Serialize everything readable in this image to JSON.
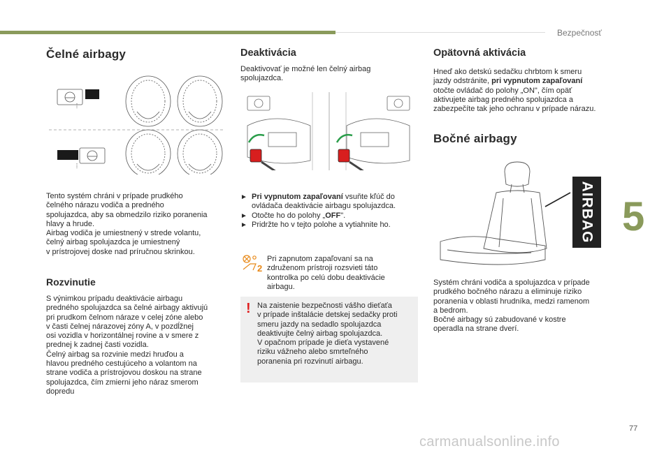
{
  "header": {
    "section": "Bezpečnosť"
  },
  "chapter_number": "5",
  "page_number": "77",
  "watermark": "carmanualsonline.info",
  "col1": {
    "title": "Čelné airbagy",
    "intro": [
      "Tento systém chráni v prípade prudkého",
      "čelného nárazu vodiča a predného",
      "spolujazdca, aby sa obmedzilo riziko poranenia",
      "hlavy a hrude.",
      "Airbag vodiča je umiestnený v strede volantu,",
      "čelný airbag spolujazdca je umiestnený",
      "v prístrojovej doske nad príručnou skrinkou."
    ],
    "subtitle": "Rozvinutie",
    "body": [
      "S výnimkou prípadu deaktivácie airbagu",
      "predného spolujazdca sa čelné airbagy aktivujú",
      "pri prudkom čelnom náraze v celej zóne alebo",
      "v časti čelnej nárazovej zóny A, v pozdĺžnej",
      "osi vozidla v horizontálnej rovine a v smere z",
      "prednej k zadnej časti vozidla.",
      "Čelný airbag sa rozvinie medzi hruďou a",
      "hlavou predného cestujúceho a volantom na",
      "strane vodiča a prístrojovou doskou na strane",
      "spolujazdca, čím zmierni jeho náraz smerom",
      "dopredu"
    ]
  },
  "col2": {
    "title": "Deaktivácia",
    "intro": [
      "Deaktivovať je možné len čelný airbag",
      "spolujazdca."
    ],
    "steps": [
      {
        "bold": "Pri vypnutom zapaľovaní",
        "rest": " vsuňte kľúč do",
        "line2": "ovládača deaktivácie airbagu spolujazdca."
      },
      {
        "pre": "Otočte ho do polohy „",
        "bold": "OFF",
        "rest": "\"."
      },
      {
        "pre": "Pridržte ho v tejto polohe a vytiahnite ho."
      }
    ],
    "note": [
      "Pri zapnutom zapaľovaní sa na",
      "združenom prístroji rozsvieti táto",
      "kontrolka po celú dobu deaktivácie",
      "airbagu."
    ],
    "warning_mark": "!",
    "warning": [
      "Na zaistenie bezpečnosti vášho dieťaťa",
      "v prípade inštalácie detskej sedačky proti",
      "smeru jazdy na sedadlo spolujazdca",
      "deaktivujte čelný airbag spolujazdca.",
      "V opačnom prípade je dieťa vystavené",
      "riziku vážneho alebo smrteľného",
      "poranenia pri rozvinutí airbagu."
    ]
  },
  "col3": {
    "title": "Opätovná aktivácia",
    "reactivation": {
      "l1": "Hneď ako detskú sedačku chrbtom k smeru",
      "l2a": "jazdy odstránite, ",
      "l2b": "pri vypnutom zapaľovaní",
      "l3": "otočte ovládač do polohy „ON\", čím opäť",
      "l4": "aktivujete airbag predného spolujazdca a",
      "l5": "zabezpečíte tak jeho ochranu v prípade nárazu."
    },
    "subtitle": "Bočné airbagy",
    "airbag_label": "AIRBAG",
    "body": [
      "Systém chráni vodiča a spolujazdca v prípade",
      "prudkého bočného nárazu a eliminuje riziko",
      "poranenia v oblasti hrudníka, medzi ramenom",
      "a bedrom.",
      "Bočné airbagy sú zabudované v kostre",
      "operadla na strane dverí."
    ]
  },
  "icons": {
    "bullet": "arrow-bullet-icon",
    "warning_light": "airbag-off-warning-light-icon",
    "danger": "exclamation-icon"
  },
  "colors": {
    "accent": "#8a9a5b",
    "warning_red": "#e02020",
    "box_bg": "#efefef",
    "lamp_orange": "#e88a1a"
  }
}
